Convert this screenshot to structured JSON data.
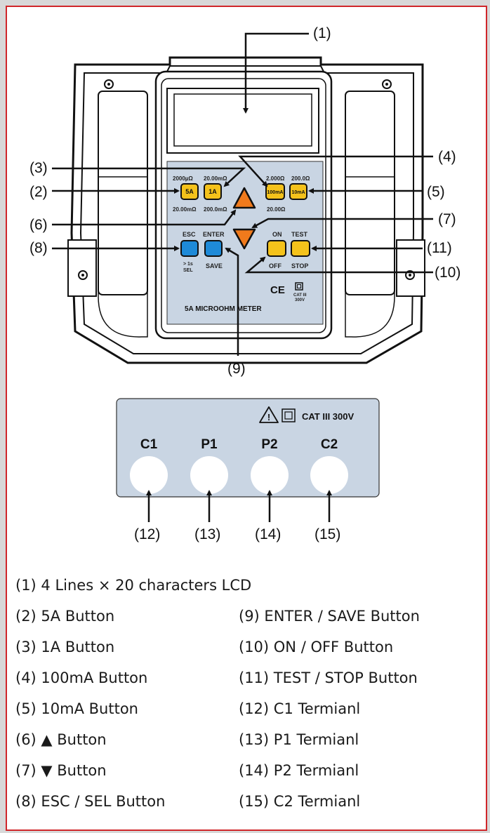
{
  "meter": {
    "name": "5A MICROOHM METER",
    "ranges": {
      "r_5a_top": "2000µΩ",
      "r_1a_top": "20.00mΩ",
      "r_5a_bottom": "20.00mΩ",
      "r_1a_bottom": "200.0mΩ",
      "r_100ma_top": "2.000Ω",
      "r_10ma_top": "200.0Ω",
      "r_100ma_bottom": "20.00Ω"
    },
    "buttons": {
      "b5a": "5A",
      "b1a": "1A",
      "b100ma": "100mA",
      "b10ma": "10mA"
    },
    "labels": {
      "esc": "ESC",
      "enter": "ENTER",
      "on": "ON",
      "test": "TEST",
      "sel_1s": "> 1s",
      "sel": "SEL",
      "save": "SAVE",
      "off": "OFF",
      "stop": "STOP",
      "ce": "CE",
      "cat": "CAT III",
      "cat_v": "300V"
    }
  },
  "callouts": {
    "c1": "(1)",
    "c2": "(2)",
    "c3": "(3)",
    "c4": "(4)",
    "c5": "(5)",
    "c6": "(6)",
    "c7": "(7)",
    "c8": "(8)",
    "c9": "(9)",
    "c10": "(10)",
    "c11": "(11)",
    "c12": "(12)",
    "c13": "(13)",
    "c14": "(14)",
    "c15": "(15)"
  },
  "terminal_panel": {
    "rating": "CAT III 300V",
    "terminals": [
      "C1",
      "P1",
      "P2",
      "C2"
    ]
  },
  "legend": {
    "left": [
      "(1) 4 Lines × 20 characters LCD",
      "(2) 5A Button",
      "(3) 1A Button",
      "(4) 100mA Button",
      "(5) 10mA Button",
      "(6) ▲ Button",
      "(7) ▼ Button",
      "(8) ESC / SEL Button"
    ],
    "right": [
      "(9) ENTER / SAVE Button",
      "(10) ON / OFF Button",
      "(11) TEST / STOP Button",
      "(12) C1 Termianl",
      "(13) P1 Termianl",
      "(14) P2 Termianl",
      "(15) C2 Termianl"
    ]
  },
  "colors": {
    "panel": "#c9d5e3",
    "yellow": "#f4c21b",
    "blue": "#1e8ad8",
    "orange": "#f07a1c",
    "frame": "#111111",
    "border": "#d0262a"
  }
}
